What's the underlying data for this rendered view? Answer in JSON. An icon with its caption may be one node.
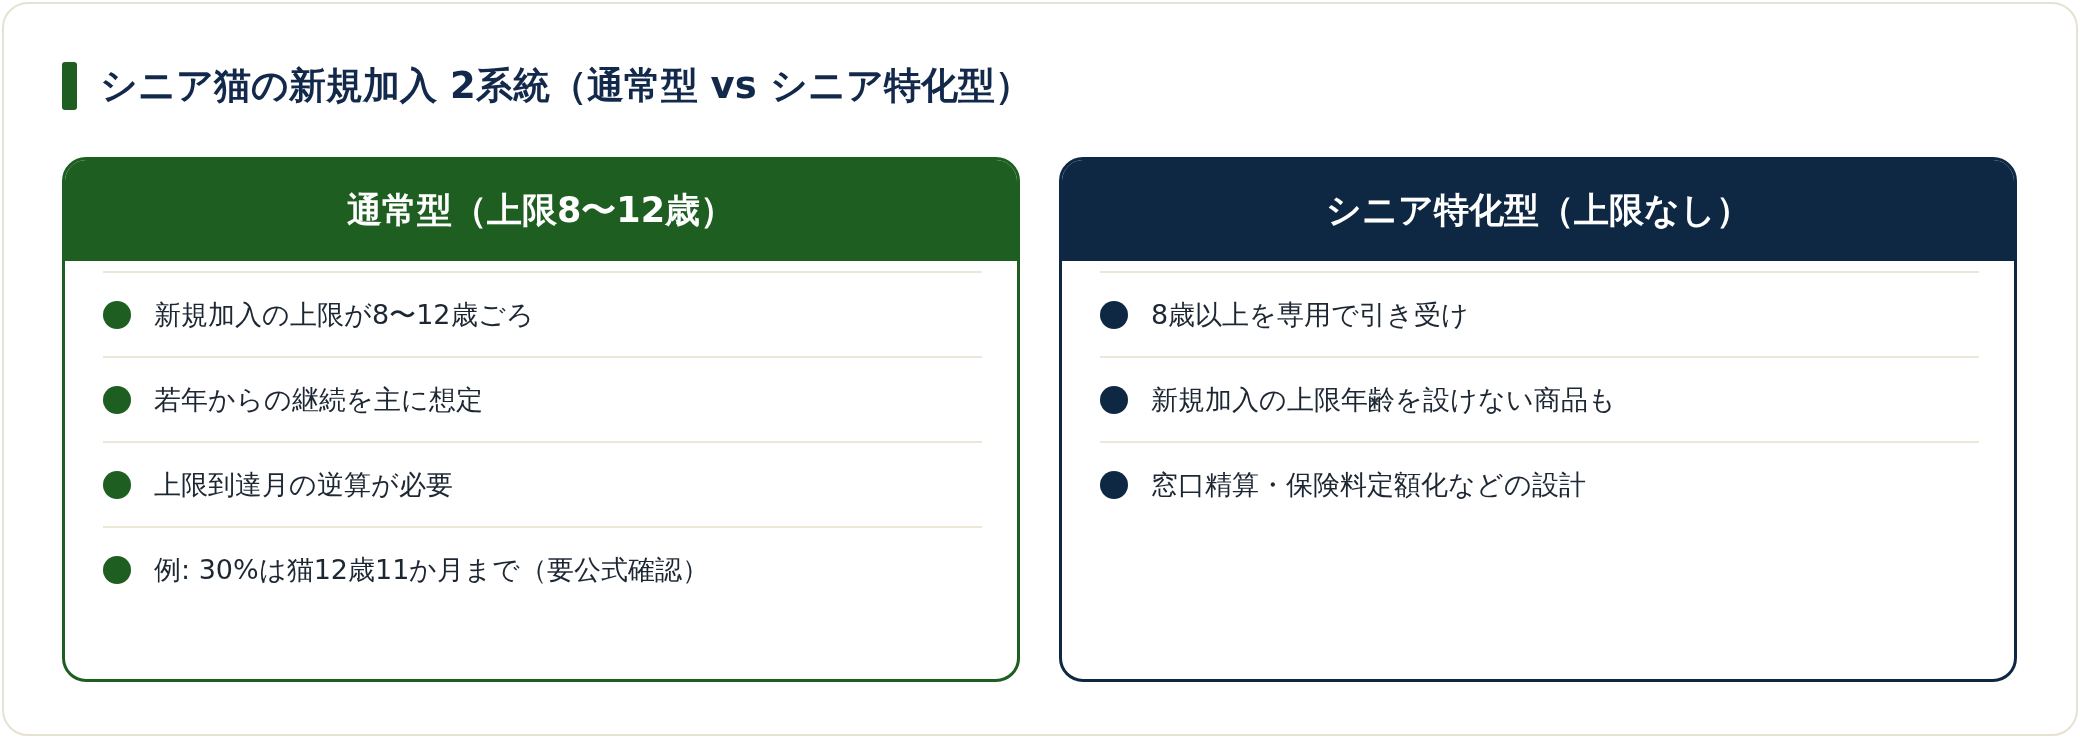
{
  "diagram": {
    "title": "シニア猫の新規加入 2系統（通常型 vs シニア特化型）",
    "nodes": [
      {
        "text": [
          "通常型（上限8〜12歳）",
          "新規加入の上限が8〜12歳ごろ",
          "若年からの継続を主に想定",
          "上限到達月の逆算が必要",
          "例: 30%は猫12歳11か月まで（要公式確認）"
        ]
      },
      {
        "text": [
          "シニア特化型（上限なし）",
          "8歳以上を専用で引き受け",
          "新規加入の上限年齢を設けない商品も",
          "窓口精算・保険料定額化などの設計"
        ]
      }
    ]
  }
}
